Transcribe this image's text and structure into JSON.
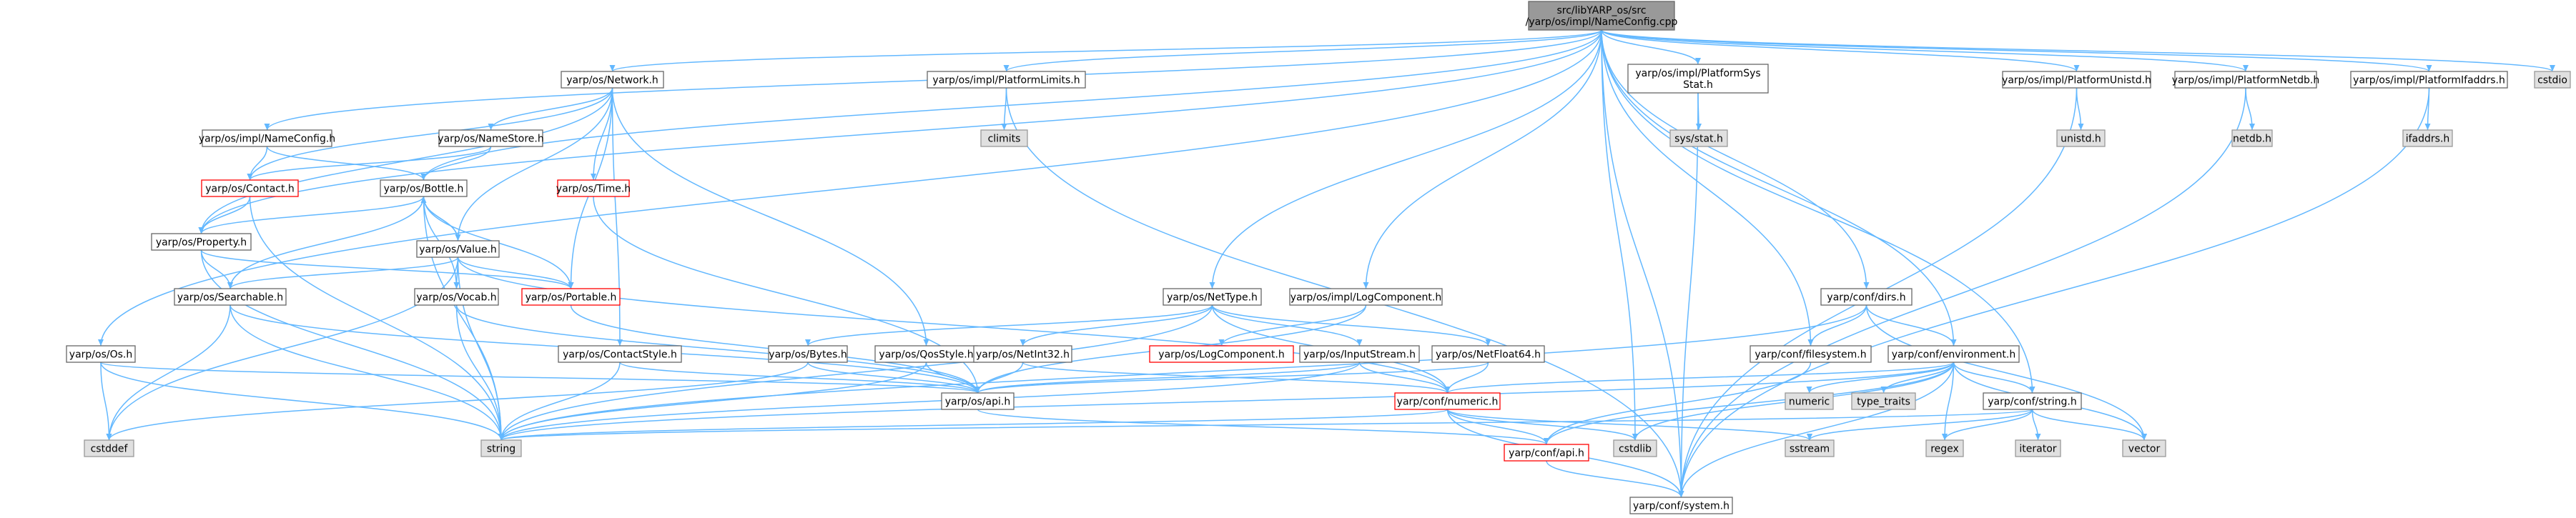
{
  "colors": {
    "normal_fill": "#ffffff",
    "normal_stroke": "#666666",
    "external_fill": "#e0e0e0",
    "external_stroke": "#999999",
    "truncated_stroke": "#ff0000",
    "root_fill": "#999999",
    "root_stroke": "#666666",
    "edge": "#63b8ff"
  },
  "nodes": [
    {
      "id": "root",
      "lines": [
        "src/libYARP_os/src",
        "/yarp/os/impl/NameConfig.cpp"
      ],
      "kind": "root"
    },
    {
      "id": "network",
      "lines": [
        "yarp/os/Network.h"
      ],
      "kind": "normal"
    },
    {
      "id": "platformlimits",
      "lines": [
        "yarp/os/impl/PlatformLimits.h"
      ],
      "kind": "normal"
    },
    {
      "id": "platformsysstat",
      "lines": [
        "yarp/os/impl/PlatformSys",
        "Stat.h"
      ],
      "kind": "normal"
    },
    {
      "id": "platformunistd",
      "lines": [
        "yarp/os/impl/PlatformUnistd.h"
      ],
      "kind": "normal"
    },
    {
      "id": "platformnetdb",
      "lines": [
        "yarp/os/impl/PlatformNetdb.h"
      ],
      "kind": "normal"
    },
    {
      "id": "platformifaddrs",
      "lines": [
        "yarp/os/impl/PlatformIfaddrs.h"
      ],
      "kind": "normal"
    },
    {
      "id": "cstdio",
      "lines": [
        "cstdio"
      ],
      "kind": "external"
    },
    {
      "id": "climits",
      "lines": [
        "climits"
      ],
      "kind": "external"
    },
    {
      "id": "sysstat",
      "lines": [
        "sys/stat.h"
      ],
      "kind": "external"
    },
    {
      "id": "unistd",
      "lines": [
        "unistd.h"
      ],
      "kind": "external"
    },
    {
      "id": "netdb",
      "lines": [
        "netdb.h"
      ],
      "kind": "external"
    },
    {
      "id": "ifaddrs",
      "lines": [
        "ifaddrs.h"
      ],
      "kind": "external"
    },
    {
      "id": "nameconfig",
      "lines": [
        "yarp/os/impl/NameConfig.h"
      ],
      "kind": "normal"
    },
    {
      "id": "namestore",
      "lines": [
        "yarp/os/NameStore.h"
      ],
      "kind": "normal"
    },
    {
      "id": "contact",
      "lines": [
        "yarp/os/Contact.h"
      ],
      "kind": "truncated"
    },
    {
      "id": "bottle",
      "lines": [
        "yarp/os/Bottle.h"
      ],
      "kind": "normal"
    },
    {
      "id": "time",
      "lines": [
        "yarp/os/Time.h"
      ],
      "kind": "truncated"
    },
    {
      "id": "property",
      "lines": [
        "yarp/os/Property.h"
      ],
      "kind": "normal"
    },
    {
      "id": "value",
      "lines": [
        "yarp/os/Value.h"
      ],
      "kind": "normal"
    },
    {
      "id": "searchable",
      "lines": [
        "yarp/os/Searchable.h"
      ],
      "kind": "normal"
    },
    {
      "id": "vocab",
      "lines": [
        "yarp/os/Vocab.h"
      ],
      "kind": "normal"
    },
    {
      "id": "portable",
      "lines": [
        "yarp/os/Portable.h"
      ],
      "kind": "truncated"
    },
    {
      "id": "os",
      "lines": [
        "yarp/os/Os.h"
      ],
      "kind": "normal"
    },
    {
      "id": "contactstyle",
      "lines": [
        "yarp/os/ContactStyle.h"
      ],
      "kind": "normal"
    },
    {
      "id": "bytes",
      "lines": [
        "yarp/os/Bytes.h"
      ],
      "kind": "normal"
    },
    {
      "id": "qosstyle",
      "lines": [
        "yarp/os/QosStyle.h"
      ],
      "kind": "normal"
    },
    {
      "id": "nettype",
      "lines": [
        "yarp/os/NetType.h"
      ],
      "kind": "normal"
    },
    {
      "id": "netint32",
      "lines": [
        "yarp/os/NetInt32.h"
      ],
      "kind": "normal"
    },
    {
      "id": "inputstream",
      "lines": [
        "yarp/os/InputStream.h"
      ],
      "kind": "normal"
    },
    {
      "id": "netfloat64",
      "lines": [
        "yarp/os/NetFloat64.h"
      ],
      "kind": "normal"
    },
    {
      "id": "logcomponentimpl",
      "lines": [
        "yarp/os/impl/LogComponent.h"
      ],
      "kind": "normal"
    },
    {
      "id": "logcomponent",
      "lines": [
        "yarp/os/LogComponent.h"
      ],
      "kind": "truncated"
    },
    {
      "id": "dirs",
      "lines": [
        "yarp/conf/dirs.h"
      ],
      "kind": "normal"
    },
    {
      "id": "filesystem",
      "lines": [
        "yarp/conf/filesystem.h"
      ],
      "kind": "normal"
    },
    {
      "id": "environment",
      "lines": [
        "yarp/conf/environment.h"
      ],
      "kind": "normal"
    },
    {
      "id": "osapi",
      "lines": [
        "yarp/os/api.h"
      ],
      "kind": "normal"
    },
    {
      "id": "numeric",
      "lines": [
        "yarp/conf/numeric.h"
      ],
      "kind": "truncated"
    },
    {
      "id": "confstring",
      "lines": [
        "yarp/conf/string.h"
      ],
      "kind": "normal"
    },
    {
      "id": "confapi",
      "lines": [
        "yarp/conf/api.h"
      ],
      "kind": "truncated"
    },
    {
      "id": "system",
      "lines": [
        "yarp/conf/system.h"
      ],
      "kind": "normal"
    },
    {
      "id": "cstddef",
      "lines": [
        "cstddef"
      ],
      "kind": "external"
    },
    {
      "id": "string",
      "lines": [
        "string"
      ],
      "kind": "external"
    },
    {
      "id": "cstdlib",
      "lines": [
        "cstdlib"
      ],
      "kind": "external"
    },
    {
      "id": "sstream",
      "lines": [
        "sstream"
      ],
      "kind": "external"
    },
    {
      "id": "numericstd",
      "lines": [
        "numeric"
      ],
      "kind": "external"
    },
    {
      "id": "typetraits",
      "lines": [
        "type_traits"
      ],
      "kind": "external"
    },
    {
      "id": "regex",
      "lines": [
        "regex"
      ],
      "kind": "external"
    },
    {
      "id": "iterator",
      "lines": [
        "iterator"
      ],
      "kind": "external"
    },
    {
      "id": "vector",
      "lines": [
        "vector"
      ],
      "kind": "external"
    }
  ],
  "edges": [
    [
      "root",
      "network"
    ],
    [
      "root",
      "platformlimits"
    ],
    [
      "root",
      "platformsysstat"
    ],
    [
      "root",
      "platformunistd"
    ],
    [
      "root",
      "platformnetdb"
    ],
    [
      "root",
      "platformifaddrs"
    ],
    [
      "root",
      "cstdio"
    ],
    [
      "root",
      "nameconfig"
    ],
    [
      "root",
      "os"
    ],
    [
      "root",
      "bottle"
    ],
    [
      "root",
      "property"
    ],
    [
      "root",
      "nettype"
    ],
    [
      "root",
      "logcomponentimpl"
    ],
    [
      "root",
      "dirs"
    ],
    [
      "root",
      "filesystem"
    ],
    [
      "root",
      "environment"
    ],
    [
      "root",
      "confstring"
    ],
    [
      "root",
      "cstdlib"
    ],
    [
      "root",
      "system"
    ],
    [
      "platformlimits",
      "climits"
    ],
    [
      "platformlimits",
      "system"
    ],
    [
      "platformsysstat",
      "sysstat"
    ],
    [
      "platformsysstat",
      "system"
    ],
    [
      "platformunistd",
      "unistd"
    ],
    [
      "platformunistd",
      "system"
    ],
    [
      "platformnetdb",
      "netdb"
    ],
    [
      "platformnetdb",
      "system"
    ],
    [
      "platformifaddrs",
      "ifaddrs"
    ],
    [
      "platformifaddrs",
      "system"
    ],
    [
      "network",
      "contact"
    ],
    [
      "network",
      "namestore"
    ],
    [
      "network",
      "time"
    ],
    [
      "network",
      "value"
    ],
    [
      "network",
      "portable"
    ],
    [
      "network",
      "contactstyle"
    ],
    [
      "network",
      "qosstyle"
    ],
    [
      "network",
      "property"
    ],
    [
      "nameconfig",
      "contact"
    ],
    [
      "nameconfig",
      "bottle"
    ],
    [
      "namestore",
      "contact"
    ],
    [
      "namestore",
      "bottle"
    ],
    [
      "contact",
      "property"
    ],
    [
      "contact",
      "string"
    ],
    [
      "bottle",
      "property"
    ],
    [
      "bottle",
      "value"
    ],
    [
      "bottle",
      "searchable"
    ],
    [
      "bottle",
      "portable"
    ],
    [
      "bottle",
      "string"
    ],
    [
      "bottle",
      "vocab"
    ],
    [
      "time",
      "osapi"
    ],
    [
      "property",
      "searchable"
    ],
    [
      "property",
      "portable"
    ],
    [
      "property",
      "string"
    ],
    [
      "value",
      "bottle"
    ],
    [
      "value",
      "searchable"
    ],
    [
      "value",
      "vocab"
    ],
    [
      "value",
      "portable"
    ],
    [
      "value",
      "cstddef"
    ],
    [
      "value",
      "string"
    ],
    [
      "value",
      "numeric"
    ],
    [
      "searchable",
      "osapi"
    ],
    [
      "searchable",
      "string"
    ],
    [
      "searchable",
      "cstddef"
    ],
    [
      "vocab",
      "osapi"
    ],
    [
      "vocab",
      "string"
    ],
    [
      "portable",
      "osapi"
    ],
    [
      "os",
      "osapi"
    ],
    [
      "os",
      "cstddef"
    ],
    [
      "os",
      "string"
    ],
    [
      "contactstyle",
      "osapi"
    ],
    [
      "contactstyle",
      "string"
    ],
    [
      "bytes",
      "osapi"
    ],
    [
      "bytes",
      "cstddef"
    ],
    [
      "qosstyle",
      "osapi"
    ],
    [
      "qosstyle",
      "string"
    ],
    [
      "nettype",
      "string"
    ],
    [
      "nettype",
      "bytes"
    ],
    [
      "nettype",
      "netint32"
    ],
    [
      "nettype",
      "inputstream"
    ],
    [
      "nettype",
      "netfloat64"
    ],
    [
      "nettype",
      "numeric"
    ],
    [
      "netint32",
      "osapi"
    ],
    [
      "netint32",
      "numeric"
    ],
    [
      "inputstream",
      "osapi"
    ],
    [
      "inputstream",
      "numeric"
    ],
    [
      "inputstream",
      "string"
    ],
    [
      "netfloat64",
      "osapi"
    ],
    [
      "netfloat64",
      "numeric"
    ],
    [
      "logcomponentimpl",
      "logcomponent"
    ],
    [
      "logcomponentimpl",
      "osapi"
    ],
    [
      "dirs",
      "filesystem"
    ],
    [
      "dirs",
      "environment"
    ],
    [
      "dirs",
      "string"
    ],
    [
      "dirs",
      "vector"
    ],
    [
      "filesystem",
      "confapi"
    ],
    [
      "environment",
      "confapi"
    ],
    [
      "environment",
      "numeric"
    ],
    [
      "environment",
      "confstring"
    ],
    [
      "environment",
      "numericstd"
    ],
    [
      "environment",
      "typetraits"
    ],
    [
      "environment",
      "regex"
    ],
    [
      "environment",
      "vector"
    ],
    [
      "environment",
      "cstdlib"
    ],
    [
      "environment",
      "system"
    ],
    [
      "environment",
      "string"
    ],
    [
      "osapi",
      "confapi"
    ],
    [
      "numeric",
      "confapi"
    ],
    [
      "numeric",
      "system"
    ],
    [
      "numeric",
      "cstdlib"
    ],
    [
      "numeric",
      "sstream"
    ],
    [
      "numeric",
      "string"
    ],
    [
      "confstring",
      "string"
    ],
    [
      "confstring",
      "sstream"
    ],
    [
      "confstring",
      "regex"
    ],
    [
      "confstring",
      "iterator"
    ],
    [
      "confstring",
      "vector"
    ],
    [
      "confapi",
      "system"
    ]
  ]
}
